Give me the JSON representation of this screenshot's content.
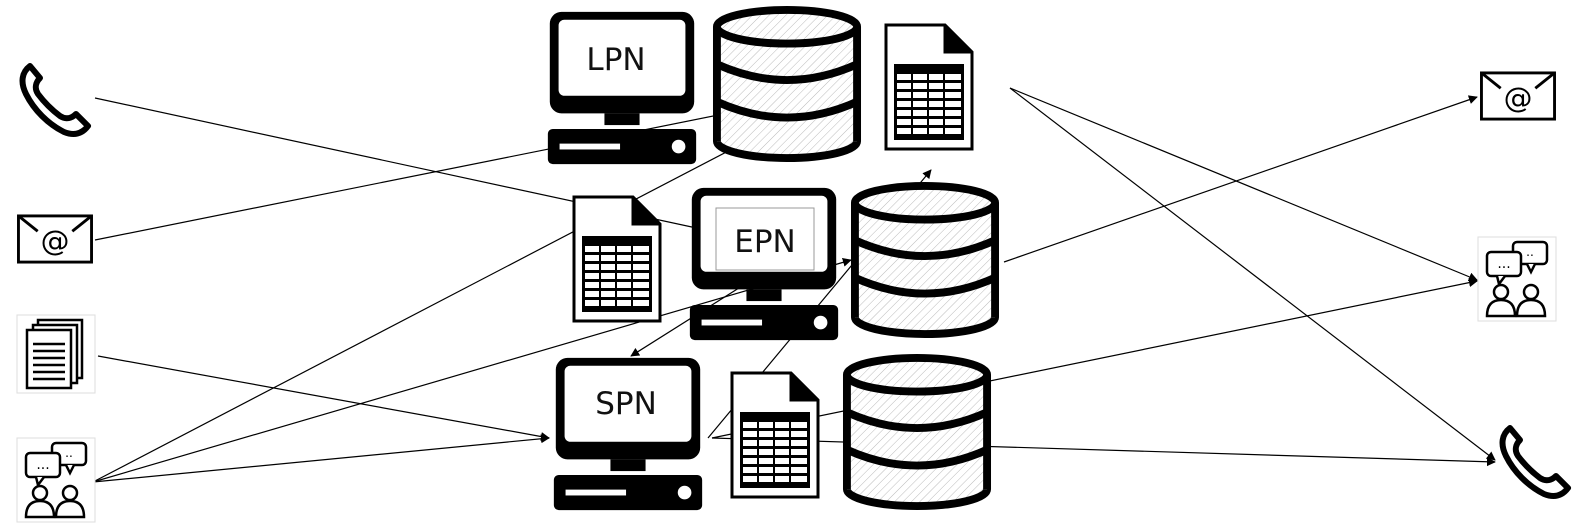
{
  "nodes": {
    "lpn": {
      "label": "LPN"
    },
    "epn": {
      "label": "EPN"
    },
    "spn": {
      "label": "SPN"
    }
  },
  "sources": [
    "phone",
    "email",
    "documents",
    "chat"
  ],
  "targets": [
    "email",
    "chat",
    "phone"
  ],
  "colors": {
    "stroke": "#000000",
    "background": "#ffffff",
    "label": "#111111"
  }
}
